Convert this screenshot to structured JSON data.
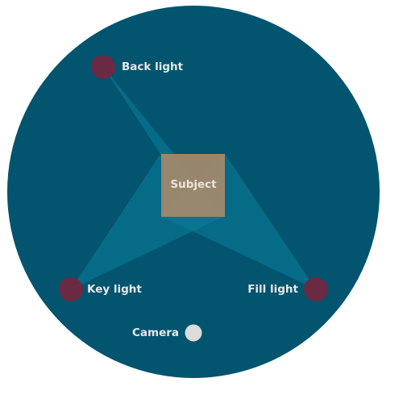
{
  "labels": {
    "back_light": "Back light",
    "subject": "Subject",
    "key_light": "Key light",
    "fill_light": "Fill light",
    "camera": "Camera"
  },
  "colors": {
    "background_circle": "#02546f",
    "beam": "#0a7c96",
    "light": "#6a2a44",
    "subject_fill": "#a58a6e",
    "camera": "#dcdcdc",
    "label_text": "#e8e8e8",
    "subject_text": "#ece4d8"
  },
  "icons": {
    "light": "light-circle-icon",
    "camera": "camera-circle-icon",
    "subject": "subject-square-icon"
  }
}
